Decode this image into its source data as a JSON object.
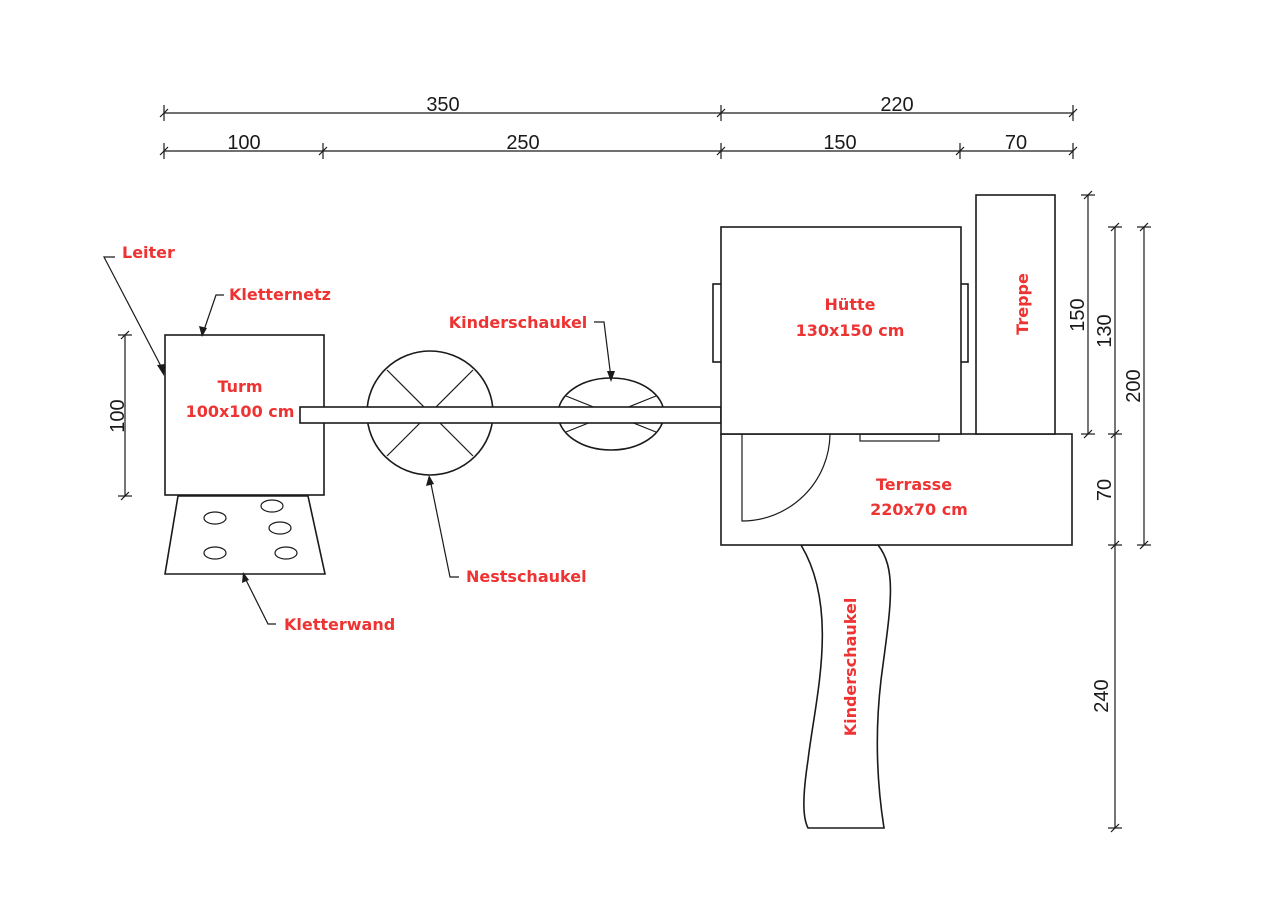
{
  "dimensions": {
    "top_total_left": "350",
    "top_total_right": "220",
    "top_seg_1": "100",
    "top_seg_2": "250",
    "top_seg_3": "150",
    "top_seg_4": "70",
    "left_tower": "100",
    "right_stairs": "150",
    "right_hut": "130",
    "right_total": "200",
    "right_terrace": "70",
    "right_slide": "240"
  },
  "labels": {
    "leiter": "Leiter",
    "kletternetz": "Kletternetz",
    "turm_name": "Turm",
    "turm_size": "100x100 cm",
    "kinderschaukel_top": "Kinderschaukel",
    "nestschaukel": "Nestschaukel",
    "kletterwand": "Kletterwand",
    "huette_name": "Hütte",
    "huette_size": "130x150 cm",
    "treppe": "Treppe",
    "terrasse_name": "Terrasse",
    "terrasse_size": "220x70 cm",
    "kinderschaukel_right": "Kinderschaukel"
  },
  "colors": {
    "label_red": "#ee3333",
    "line_dark": "#1a1a1a",
    "background": "#ffffff"
  }
}
